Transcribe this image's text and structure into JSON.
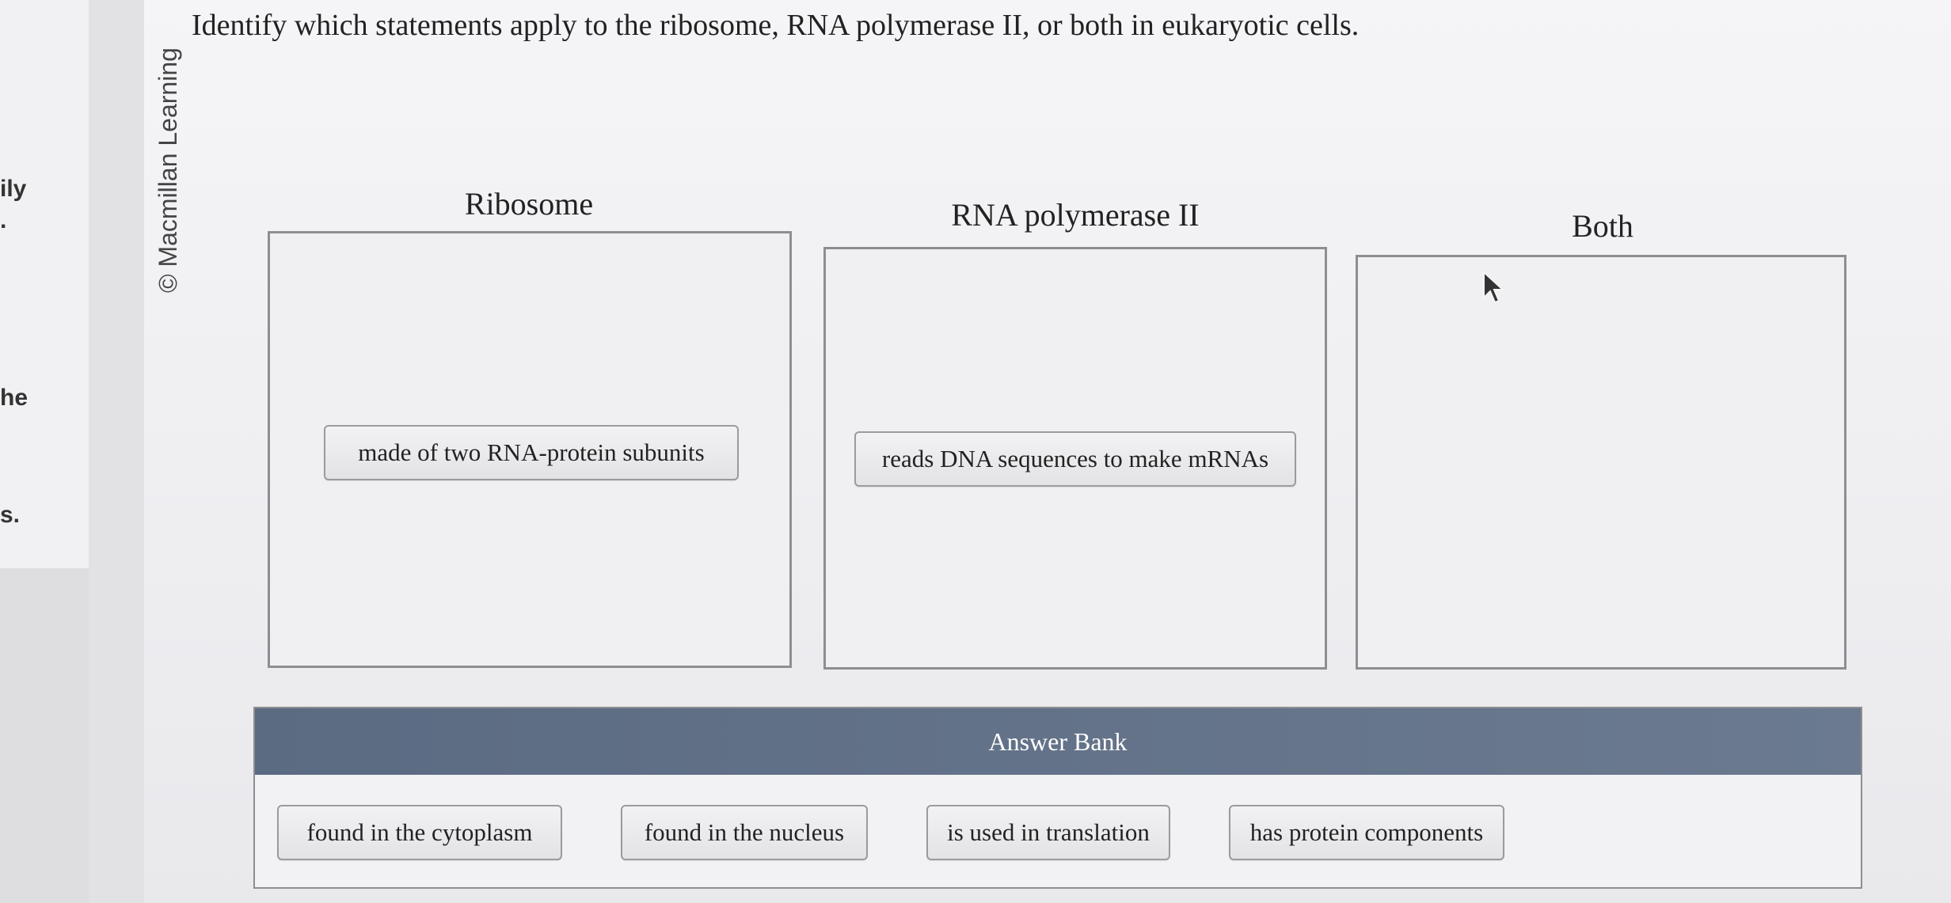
{
  "side_fragments": [
    "ily",
    ".",
    "he",
    "s."
  ],
  "copyright": "© Macmillan Learning",
  "question": "Identify which statements apply to the ribosome, RNA polymerase II, or both in eukaryotic cells.",
  "bins": [
    {
      "title": "Ribosome",
      "items": [
        "made of two RNA-protein subunits"
      ]
    },
    {
      "title": "RNA polymerase II",
      "items": [
        "reads DNA sequences to make mRNAs"
      ]
    },
    {
      "title": "Both",
      "items": []
    }
  ],
  "answer_bank": {
    "title": "Answer Bank",
    "items": [
      "found in the cytoplasm",
      "found in the nucleus",
      "is used in translation",
      "has protein components"
    ]
  },
  "colors": {
    "bank_header": "#5b6b82",
    "bin_border": "#8e8e92"
  }
}
